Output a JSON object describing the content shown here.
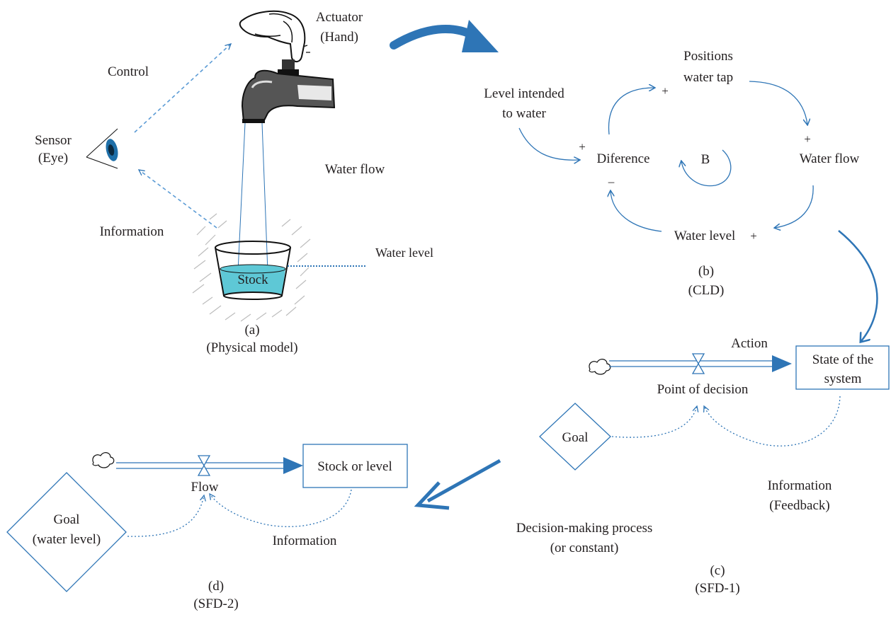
{
  "colors": {
    "accent": "#2e75b6",
    "water": "#5ec8d6",
    "text": "#231f20",
    "hatch": "#bdbdbd"
  },
  "icons": {
    "hand": "hand-icon",
    "tap": "water-tap-icon",
    "eye": "eye-icon",
    "cloud": "cloud-source-icon",
    "valve": "valve-icon"
  },
  "physical": {
    "actuator": "Actuator",
    "actuator_sub": "(Hand)",
    "control": "Control",
    "sensor": "Sensor",
    "sensor_sub": "(Eye)",
    "information": "Information",
    "water_flow": "Water flow",
    "water_level": "Water level",
    "stock": "Stock",
    "caption_letter": "(a)",
    "caption": "(Physical model)"
  },
  "cld": {
    "level_intended_1": "Level intended",
    "level_intended_2": "to water",
    "positions_1": "Positions",
    "positions_2": "water tap",
    "diference": "Diference",
    "water_flow": "Water flow",
    "water_level": "Water level",
    "loop": "B",
    "plus": "+",
    "minus": "–",
    "caption_letter": "(b)",
    "caption": "(CLD)"
  },
  "sfd1": {
    "action": "Action",
    "state_1": "State of the",
    "state_2": "system",
    "point_of_decision": "Point of decision",
    "goal": "Goal",
    "information": "Information",
    "feedback": "(Feedback)",
    "decision_1": "Decision-making process",
    "decision_2": "(or constant)",
    "caption_letter": "(c)",
    "caption": "(SFD-1)"
  },
  "sfd2": {
    "flow": "Flow",
    "stock": "Stock or level",
    "goal_1": "Goal",
    "goal_2": "(water level)",
    "information": "Information",
    "caption_letter": "(d)",
    "caption": "(SFD-2)"
  }
}
